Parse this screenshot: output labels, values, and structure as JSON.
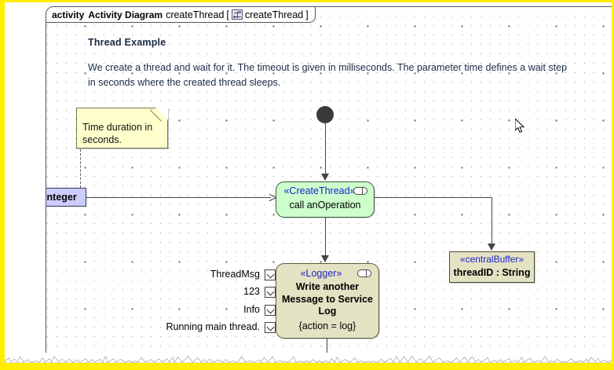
{
  "frame": {
    "keyword": "activity",
    "diagram_type": "Activity Diagram",
    "name": "createThread",
    "bracket_open": "[",
    "icon": "activity-diagram-icon",
    "param_name": "createThread",
    "bracket_close": "]"
  },
  "documentation": {
    "title": "Thread Example",
    "description": "We create a thread and wait for it. The timeout is given in milliseconds. The parameter time defines a wait step in seconds where the created thread sleeps."
  },
  "note": {
    "text": "Time duration in seconds.",
    "fill": "#ffffcc"
  },
  "parameter_node": {
    "label": "time : Integer",
    "fill": "#ccccff"
  },
  "nodes": [
    {
      "id": "initial",
      "type": "initial-node",
      "label": "",
      "fill": "#3a3a3a"
    },
    {
      "id": "create-thread",
      "type": "call-operation-action",
      "stereotype": "«CreateThread»",
      "label": "call anOperation",
      "icon": "call-operation-icon",
      "fill": "#ccffcc",
      "stereotype_color": "#2222cc"
    },
    {
      "id": "logger",
      "type": "call-behavior-action",
      "stereotype": "«Logger»",
      "label": "Write another Message to Service Log",
      "constraint": "{action = log}",
      "icon": "call-operation-icon",
      "fill": "#e3e3c4",
      "stereotype_color": "#2222cc"
    },
    {
      "id": "central-buffer",
      "type": "central-buffer-node",
      "stereotype": "«centralBuffer»",
      "label": "threadID : String",
      "fill": "#e3e3c4",
      "stereotype_color": "#2222cc"
    }
  ],
  "pins": [
    {
      "label": "ThreadMsg",
      "icon": "input-pin-icon"
    },
    {
      "label": "123",
      "icon": "input-pin-icon"
    },
    {
      "label": "Info",
      "icon": "input-pin-icon"
    },
    {
      "label": "Running main thread.",
      "icon": "input-pin-icon"
    }
  ],
  "cursor": {
    "icon": "mouse-pointer-icon"
  },
  "colors": {
    "page_border": "#ffee00",
    "frame_border": "#555555",
    "edge": "#444444",
    "text": "#000000",
    "doc_text": "#1a2b45"
  }
}
